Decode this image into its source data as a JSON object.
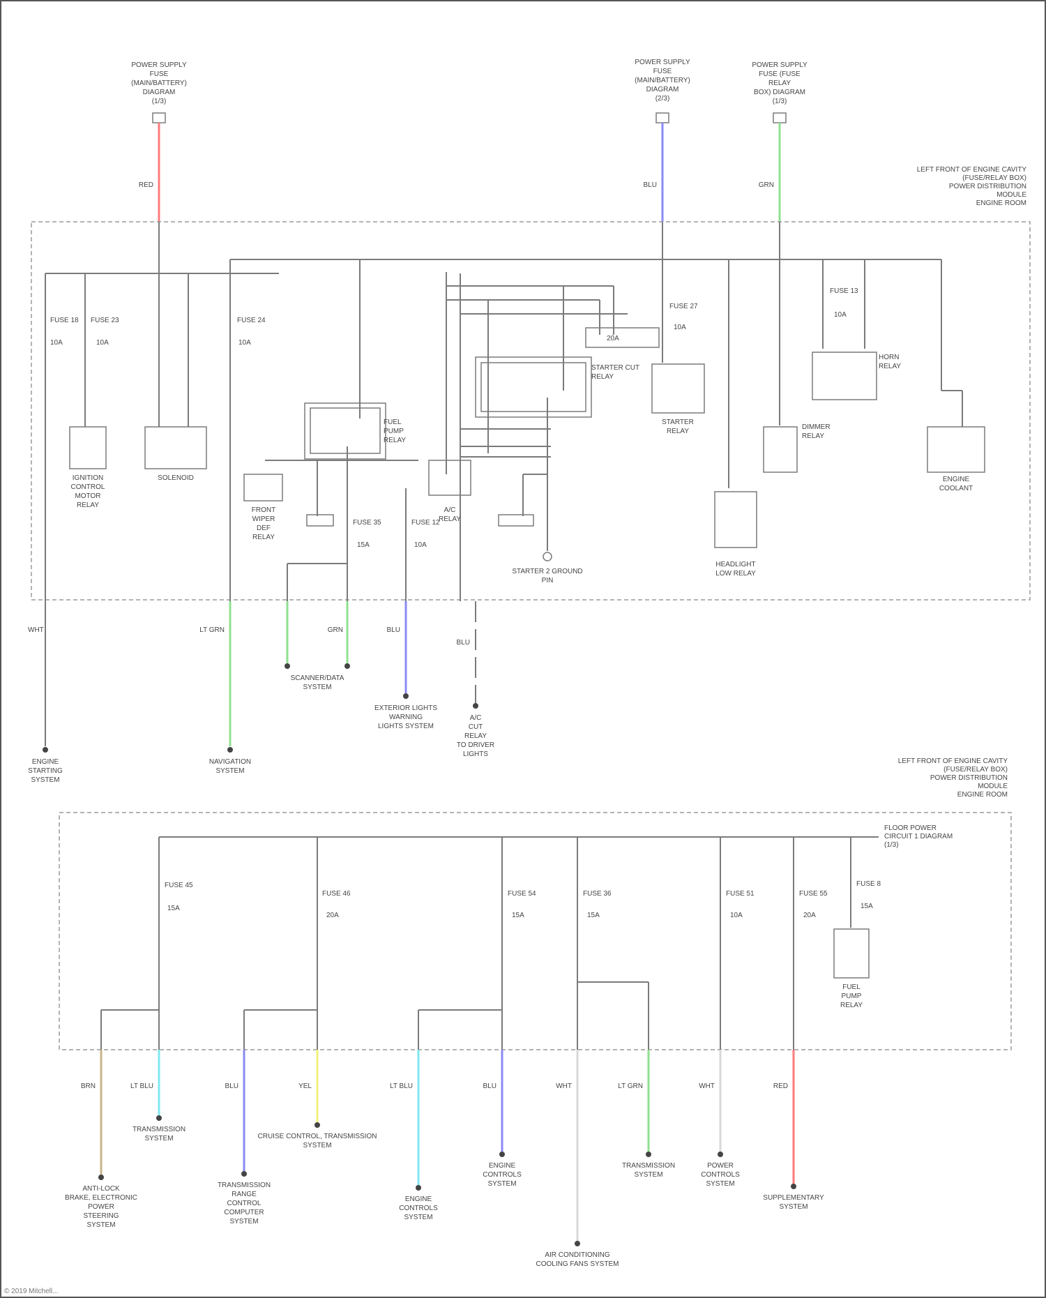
{
  "diagram": {
    "top_sources": [
      {
        "label": "POWER SUPPLY\nFUSE\n(MAIN/BATTERY)\nDIAGRAM\n(1/3)",
        "wire_color": "RED",
        "color_hex": "#ff7a7a"
      },
      {
        "label": "POWER SUPPLY\nFUSE\n(MAIN/BATTERY)\nDIAGRAM\n(2/3)",
        "wire_color": "BLU",
        "color_hex": "#8a8af5"
      },
      {
        "label": "POWER SUPPLY\nFUSE (FUSE\nRELAY\nBOX) DIAGRAM\n(1/3)",
        "wire_color": "GRN",
        "color_hex": "#8fe08f"
      }
    ],
    "top_box_label": "LEFT FRONT OF ENGINE CAVITY\n(FUSE/RELAY BOX)\nPOWER DISTRIBUTION\nMODULE\nENGINE ROOM",
    "top_components": [
      {
        "label": "IGNITION\nCONTROL\nMOTOR\nRELAY"
      },
      {
        "label": "SOLENOID"
      },
      {
        "label": "FRONT\nWIPER\nDEF\nRELAY"
      },
      {
        "label": "FUEL\nPUMP\nRELAY"
      },
      {
        "label": "A/C\nRELAY"
      },
      {
        "label": "STARTER\nRELAY"
      },
      {
        "label": "STARTER CUT\nRELAY"
      },
      {
        "label": "HORN\nRELAY"
      },
      {
        "label": "DIMMER\nRELAY"
      },
      {
        "label": "HEADLIGHT\nLOW RELAY"
      },
      {
        "label": "ENGINE\nCOOLANT"
      }
    ],
    "top_labels": {
      "ground_label": "STARTER 2 GROUND\nPIN"
    },
    "top_destinations": [
      {
        "label": "ENGINE\nSTARTING\nSYSTEM",
        "wire_color": "WHT"
      },
      {
        "label": "NAVIGATION\nSYSTEM",
        "wire_color": "LT GRN"
      },
      {
        "label": "SCANNER/DATA\nSYSTEM",
        "wire_color": "GRN"
      },
      {
        "label": "EXTERIOR LIGHTS\nWARNING\nLIGHTS SYSTEM",
        "wire_color": "BLU"
      },
      {
        "label": "A/C\nCUT\nRELAY\nTO DRIVER\nLIGHTS",
        "wire_color": "BLU"
      }
    ],
    "bottom_box_label": "LEFT FRONT OF ENGINE CAVITY\n(FUSE/RELAY BOX)\nPOWER DISTRIBUTION\nMODULE\nENGINE ROOM",
    "bottom_source_label": "FLOOR POWER\nCIRCUIT 1 DIAGRAM\n(1/3)",
    "bottom_component_label": "FUEL\nPUMP\nRELAY",
    "bottom_destinations": [
      {
        "label": "ANTI-LOCK\nBRAKE, ELECTRONIC\nPOWER\nSTEERING\nSYSTEM",
        "wire_color": "BRN",
        "color_hex": "#c8b48a"
      },
      {
        "label": "TRANSMISSION\nSYSTEM",
        "wire_color": "LT BLU",
        "color_hex": "#7fe8f0"
      },
      {
        "label": "TRANSMISSION\nRANGE\nCONTROL\nCOMPUTER\nSYSTEM",
        "wire_color": "BLU",
        "color_hex": "#8a8af5"
      },
      {
        "label": "CRUISE CONTROL, TRANSMISSION\nSYSTEM",
        "wire_color": "YEL",
        "color_hex": "#f0ef7a"
      },
      {
        "label": "ENGINE\nCONTROLS\nSYSTEM",
        "wire_color": "LT BLU",
        "color_hex": "#7fe8f0"
      },
      {
        "label": "ENGINE\nCONTROLS\nSYSTEM",
        "wire_color": "BLU",
        "color_hex": "#8a8af5"
      },
      {
        "label": "AIR CONDITIONING\nCOOLING FANS SYSTEM",
        "wire_color": "WHT",
        "color_hex": "#d8d8d8"
      },
      {
        "label": "TRANSMISSION\nSYSTEM",
        "wire_color": "LT GRN",
        "color_hex": "#8fe08f"
      },
      {
        "label": "POWER\nCONTROLS\nSYSTEM",
        "wire_color": "WHT",
        "color_hex": "#d8d8d8"
      },
      {
        "label": "SUPPLEMENTARY\nSYSTEM",
        "wire_color": "RED",
        "color_hex": "#ff7a7a"
      }
    ],
    "credit": "© 2019 Mitchell..."
  }
}
